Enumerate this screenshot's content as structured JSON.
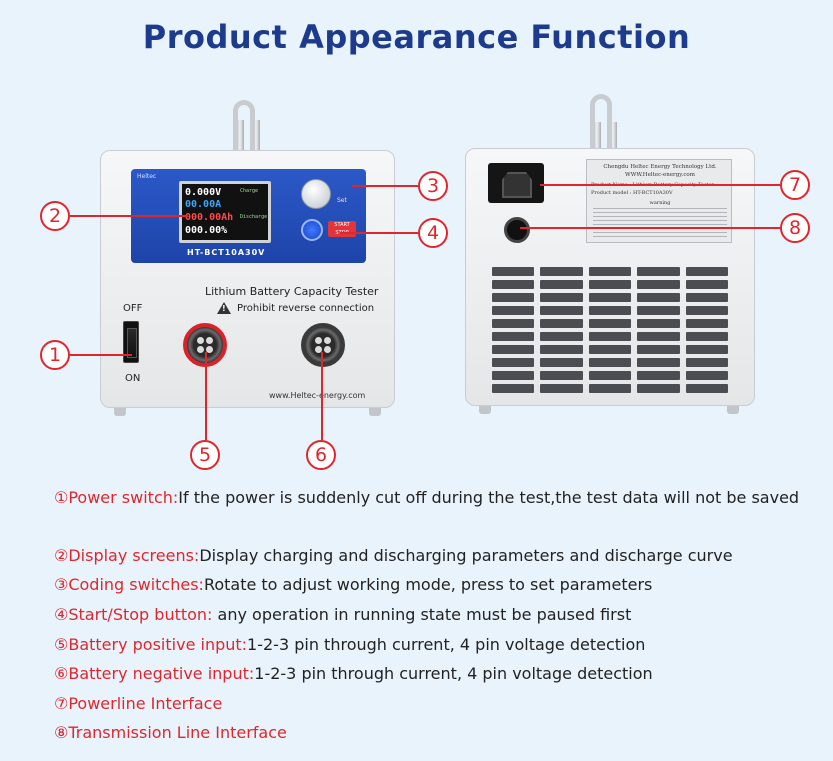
{
  "title": "Product Appearance Function",
  "front_device": {
    "brand_tag": "Heltec",
    "screen": {
      "voltage": "0.000V",
      "current": "00.00A",
      "capacity": "000.00Ah",
      "percent": "000.00%",
      "side_top": "Charge",
      "side_bottom": "Discharge"
    },
    "model": "HT-BCT10A30V",
    "set_label": "Set",
    "start_stop_label": "START STOP",
    "product_name": "Lithium Battery Capacity Tester",
    "warning_text": "Prohibit reverse connection",
    "off_label": "OFF",
    "on_label": "ON",
    "website": "www.Heltec-energy.com"
  },
  "back_device": {
    "label_plate": {
      "company": "Chengdu Heltec Energy Technology Ltd.",
      "website": "WWW.Heltec-energy.com",
      "product_name": "Product Name : Lithium Battery Capacity Tester",
      "product_model": "Product  model : HT-BCT10A30V",
      "warning_heading": "warning"
    }
  },
  "callouts": [
    "1",
    "2",
    "3",
    "4",
    "5",
    "6",
    "7",
    "8"
  ],
  "descriptions": [
    {
      "num": "①",
      "term": "Power switch:",
      "text": "If the power is suddenly cut off during the test,the test data will not be saved"
    },
    {
      "num": "②",
      "term": "Display screens:",
      "text": "Display charging and discharging parameters and discharge curve"
    },
    {
      "num": "③",
      "term": "Coding switches:",
      "text": "Rotate to adjust working mode, press to set parameters"
    },
    {
      "num": "④",
      "term": "Start/Stop button:",
      "text": " any operation in running state must be paused first"
    },
    {
      "num": "⑤",
      "term": "Battery positive input:",
      "text": "1-2-3 pin through current, 4 pin voltage detection"
    },
    {
      "num": "⑥",
      "term": "Battery negative input:",
      "text": "1-2-3 pin through current, 4 pin voltage detection"
    },
    {
      "num": "⑦",
      "term": "Powerline Interface",
      "text": ""
    },
    {
      "num": "⑧",
      "term": "Transmission Line Interface",
      "text": ""
    }
  ]
}
